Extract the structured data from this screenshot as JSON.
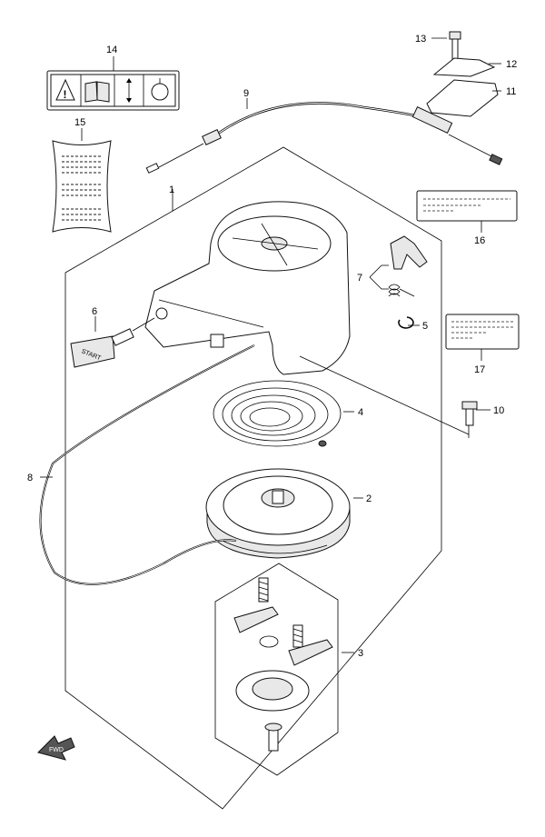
{
  "diagram": {
    "callouts": {
      "c1": "1",
      "c2": "2",
      "c3": "3",
      "c4": "4",
      "c5": "5",
      "c6": "6",
      "c7": "7",
      "c8": "8",
      "c9": "9",
      "c10": "10",
      "c11": "11",
      "c12": "12",
      "c13": "13",
      "c14": "14",
      "c15": "15",
      "c16": "16",
      "c17": "17"
    },
    "handle_text": "START",
    "fwd_label": "FWD"
  }
}
